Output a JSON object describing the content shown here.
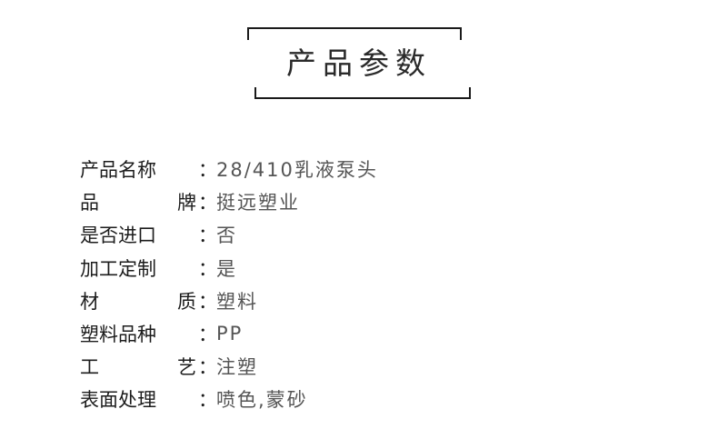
{
  "header": {
    "title": "产品参数"
  },
  "params": [
    {
      "label_parts": [
        "产品名称"
      ],
      "value": "28/410乳液泵头"
    },
    {
      "label_parts": [
        "品",
        "牌"
      ],
      "value": "挺远塑业"
    },
    {
      "label_parts": [
        "是否进口"
      ],
      "value": "否"
    },
    {
      "label_parts": [
        "加工定制"
      ],
      "value": "是"
    },
    {
      "label_parts": [
        "材",
        "质"
      ],
      "value": "塑料"
    },
    {
      "label_parts": [
        "塑料品种"
      ],
      "value": "PP"
    },
    {
      "label_parts": [
        "工",
        "艺"
      ],
      "value": "注塑"
    },
    {
      "label_parts": [
        "表面处理"
      ],
      "value": "喷色,蒙砂"
    }
  ],
  "separator": "："
}
